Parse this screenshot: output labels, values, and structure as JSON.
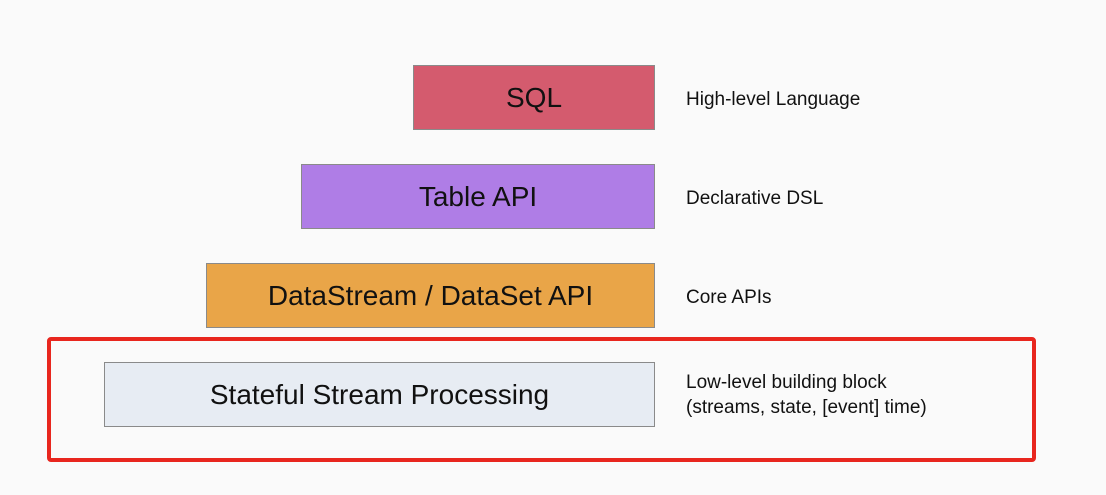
{
  "layers": [
    {
      "label": "SQL",
      "description": "High-level Language",
      "color": "#d45b6e"
    },
    {
      "label": "Table API",
      "description": "Declarative DSL",
      "color": "#af7de6"
    },
    {
      "label": "DataStream / DataSet API",
      "description": "Core APIs",
      "color": "#e9a548"
    },
    {
      "label": "Stateful Stream Processing",
      "description_line1": "Low-level building block",
      "description_line2": "(streams, state, [event] time)",
      "color": "#e7ecf3"
    }
  ],
  "highlight": {
    "color": "#e8261e"
  }
}
